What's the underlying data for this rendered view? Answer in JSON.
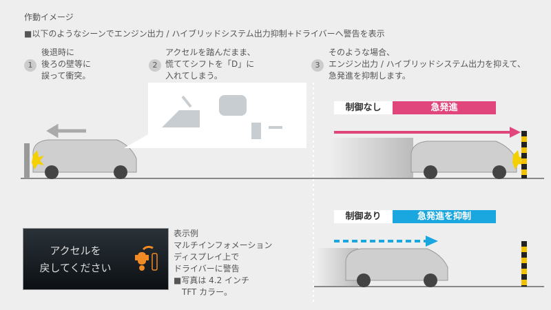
{
  "title": "作動イメージ",
  "subtitle": "■以下のようなシーンでエンジン出力 / ハイブリッドシステム出力抑制+ドライバーへ警告を表示",
  "steps": [
    {
      "num": "1",
      "lines": [
        "後退時に",
        "後ろの壁等に",
        "誤って衝突。"
      ]
    },
    {
      "num": "2",
      "lines": [
        "アクセルを踏んだまま、",
        "慌ててシフトを「D」に",
        "入れてしまう。"
      ]
    },
    {
      "num": "3",
      "lines": [
        "そのような場合、",
        "エンジン出力 / ハイブリッドシステム出力を抑えて、",
        "急発進を抑制します。"
      ]
    }
  ],
  "no_control": {
    "label": "制御なし",
    "result": "急発進",
    "color": "#e0457b"
  },
  "with_control": {
    "label": "制御あり",
    "result": "急発進を抑制",
    "color": "#1aa7e0"
  },
  "display": {
    "lines": [
      "アクセルを",
      "戻してください"
    ],
    "icon_color": "#f08a24"
  },
  "info_lines": [
    "表示例",
    "マルチインフォメーション",
    "ディスプレイ上で",
    "ドライバーに警告",
    "■写真は 4.2 インチ",
    "　TFT カラー。"
  ]
}
